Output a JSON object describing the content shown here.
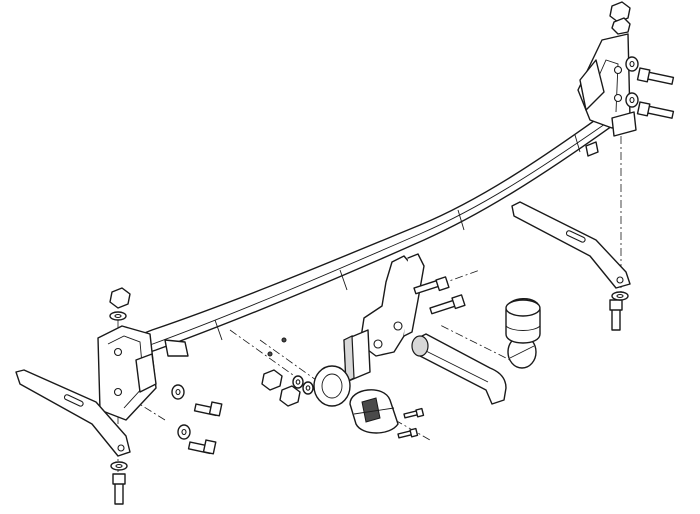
{
  "diagram": {
    "type": "exploded-assembly",
    "components": [
      "cross-beam",
      "left-mounting-bracket",
      "right-mounting-bracket",
      "left-support-strap",
      "right-support-strap",
      "tow-ball-neck",
      "tow-ball-cover",
      "electrical-socket",
      "socket-mounting-plate",
      "bolt",
      "washer",
      "nut"
    ],
    "colors": {
      "line": "#1a1a1a",
      "fill": "#ffffff",
      "shade": "#d8d8d8",
      "dark": "#4a4a4a"
    }
  }
}
